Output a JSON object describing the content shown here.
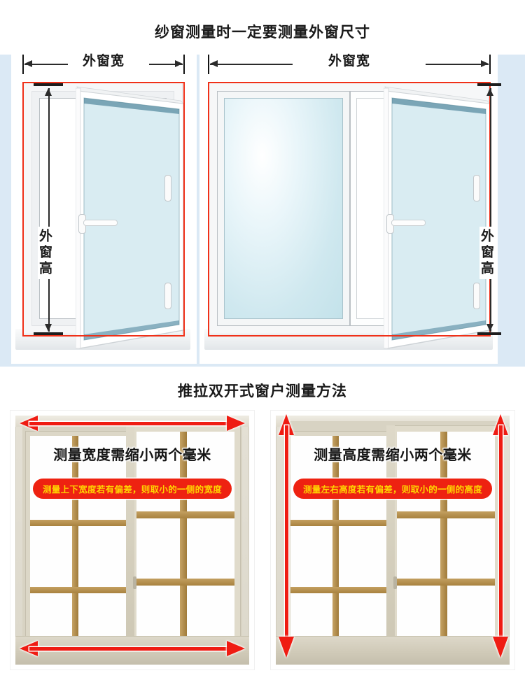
{
  "page": {
    "background_color": "#ffffff",
    "accent_red": "#f03018",
    "arrow_red": "#ef1c13",
    "badge_text_color": "#ffd400",
    "band_blue": "#dbe9f5"
  },
  "section_casement": {
    "title": "纱窗测量时一定要测量外窗尺寸",
    "width_label_left": "外窗宽",
    "width_label_right": "外窗宽",
    "height_label_left": "外窗高",
    "height_label_right": "外窗高"
  },
  "section_sliding": {
    "title": "推拉双开式窗户测量方法",
    "panels": [
      {
        "callout_title": "测量宽度需缩小两个毫米",
        "badge": "测量上下宽度若有偏差，则取小的一侧的宽度",
        "arrow_orientation": "horizontal"
      },
      {
        "callout_title": "测量高度需缩小两个毫米",
        "badge": "测量左右高度若有偏差，则取小的一侧的高度",
        "arrow_orientation": "vertical"
      }
    ]
  }
}
